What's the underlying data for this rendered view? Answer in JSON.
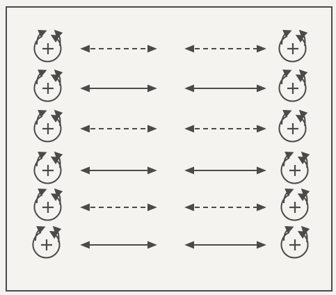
{
  "colors": {
    "ink": "#4a4a4a",
    "paper": "#f4f3ef",
    "background": "#f3f2ee"
  },
  "icons": {
    "charge": "plus-in-rotating-circle-icon",
    "arrow": "double-headed-arrow-icon"
  },
  "diagram": {
    "description_present": false,
    "rows": [
      {
        "left_arrow": "dashed",
        "right_arrow": "dashed"
      },
      {
        "left_arrow": "solid",
        "right_arrow": "solid"
      },
      {
        "left_arrow": "dashed",
        "right_arrow": "dashed"
      },
      {
        "left_arrow": "solid",
        "right_arrow": "solid"
      },
      {
        "left_arrow": "dashed",
        "right_arrow": "dashed"
      },
      {
        "left_arrow": "solid",
        "right_arrow": "solid"
      }
    ]
  }
}
